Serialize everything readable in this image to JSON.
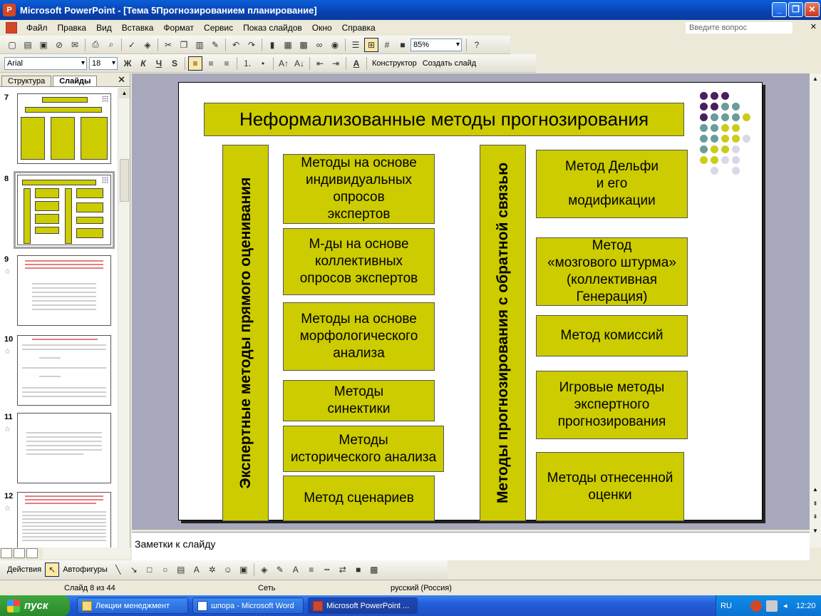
{
  "window": {
    "title": "Microsoft PowerPoint - [Тема 5Прогнозированием планирование]"
  },
  "menu": {
    "items": [
      "Файл",
      "Правка",
      "Вид",
      "Вставка",
      "Формат",
      "Сервис",
      "Показ слайдов",
      "Окно",
      "Справка"
    ],
    "help_placeholder": "Введите вопрос"
  },
  "toolbar": {
    "zoom": "85%"
  },
  "format_toolbar": {
    "font": "Arial",
    "size": "18",
    "bold": "Ж",
    "italic": "К",
    "underline": "Ч",
    "shadow": "S",
    "designer": "Конструктор",
    "new_slide": "Создать слайд"
  },
  "left_pane": {
    "tab_structure": "Структура",
    "tab_slides": "Слайды",
    "close": "✕",
    "thumbnails": [
      {
        "num": "7"
      },
      {
        "num": "8"
      },
      {
        "num": "9"
      },
      {
        "num": "10"
      },
      {
        "num": "11"
      },
      {
        "num": "12"
      }
    ]
  },
  "slide": {
    "title": "Неформализованные методы прогнозирования",
    "left_vertical": "Экспертные методы прямого оценивания",
    "right_vertical": "Методы прогнозирования с обратной связью",
    "left_methods": [
      "Методы на основе\nиндивидуальных\nопросов\nэкспертов",
      "М-ды на основе\nколлективных\nопросов экспертов",
      "Методы на основе\nморфологического\nанализа",
      "Методы\nсинектики",
      "Методы\nисторического анализа",
      "Метод  сценариев"
    ],
    "right_methods": [
      "Метод Дельфи\nи его\nмодификации",
      "Метод\n«мозгового штурма»\n(коллективная\nГенерация)",
      "Метод комиссий",
      "Игровые методы\nэкспертного\nпрогнозирования",
      "Методы отнесенной\nоценки"
    ],
    "colors": {
      "box": "#cccc00",
      "dot_purple": "#4a1f5e",
      "dot_teal": "#6a9c9c",
      "dot_yellow": "#cccc1a",
      "dot_lavender": "#d8d8e8"
    }
  },
  "notes": {
    "placeholder": "Заметки к слайду"
  },
  "drawing": {
    "actions": "Действия",
    "autoshapes": "Автофигуры"
  },
  "status": {
    "slide": "Слайд 8 из 44",
    "design": "Сеть",
    "lang": "русский (Россия)"
  },
  "taskbar": {
    "start": "пуск",
    "tasks": [
      "Лекции менеджмент",
      "шпора - Microsoft Word",
      "Microsoft PowerPoint ..."
    ],
    "lang": "RU",
    "clock": "12:20"
  }
}
